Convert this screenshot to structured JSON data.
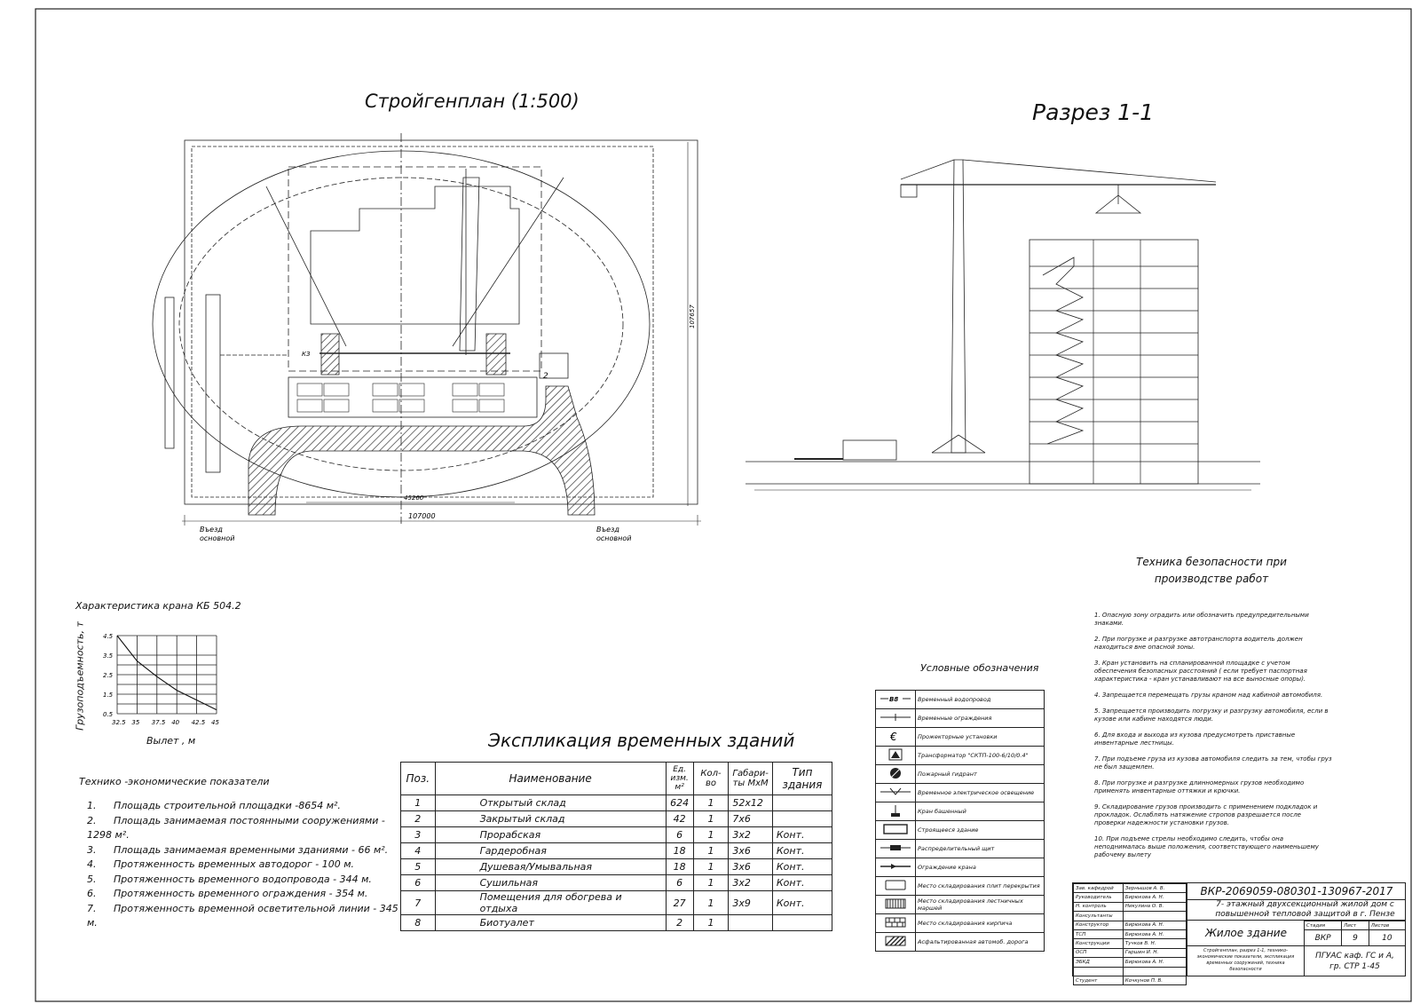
{
  "site_plan": {
    "title": "Стройгенплан (1:500)",
    "dim_total": "107000",
    "dim_inner": "45260",
    "dim_vertical": "107657",
    "exit_left": [
      "Въезд",
      "основной"
    ],
    "exit_right": [
      "Въезд",
      "основной"
    ],
    "label_kz": "КЗ",
    "label_2": "2"
  },
  "section": {
    "title": "Разрез 1-1"
  },
  "crane_chart": {
    "title": "Характеристика крана КБ 504.2",
    "ylabel": "Грузоподъемность, т",
    "xlabel": "Вылет , м"
  },
  "chart_data": {
    "type": "line",
    "title": "Характеристика крана КБ 504.2",
    "xlabel": "Вылет , м",
    "ylabel": "Грузоподъемность, т",
    "x": [
      32.5,
      35,
      37.5,
      40,
      42.5,
      45
    ],
    "y": [
      4.5,
      3.2,
      2.4,
      1.7,
      1.2,
      0.7
    ],
    "x_ticks": [
      "32.5",
      "35",
      "37.5",
      "40",
      "42.5",
      "45"
    ],
    "y_ticks": [
      "0.5",
      "1.5",
      "2.5",
      "3.5",
      "4.5"
    ],
    "xlim": [
      32.5,
      45
    ],
    "ylim": [
      0.5,
      4.5
    ],
    "grid": true
  },
  "tei": {
    "title": "Технико -экономические показатели",
    "items": [
      {
        "n": "1.",
        "text": "Площадь строительной площадки -8654 м²."
      },
      {
        "n": "2.",
        "text": "Площадь занимаемая постоянными сооружениями - 1298 м²."
      },
      {
        "n": "3.",
        "text": "Площадь занимаемая временными зданиями - 66 м²."
      },
      {
        "n": "4.",
        "text": "Протяженность временных автодорог - 100 м."
      },
      {
        "n": "5.",
        "text": "Протяженность временного водопровода - 344 м."
      },
      {
        "n": "6.",
        "text": "Протяженность временного ограждения - 354 м."
      },
      {
        "n": "7.",
        "text": "Протяженность временной осветительной линии - 345 м."
      }
    ]
  },
  "explication": {
    "title": "Экспликация временных зданий",
    "headers": [
      "Поз.",
      "Наименование",
      "Ед. изм. м²",
      "Кол-во",
      "Габари-ты МхМ",
      "Тип здания"
    ],
    "rows": [
      [
        "1",
        "Открытый склад",
        "624",
        "1",
        "52х12",
        ""
      ],
      [
        "2",
        "Закрытый склад",
        "42",
        "1",
        "7х6",
        ""
      ],
      [
        "3",
        "Прорабская",
        "6",
        "1",
        "3х2",
        "Конт."
      ],
      [
        "4",
        "Гардеробная",
        "18",
        "1",
        "3х6",
        "Конт."
      ],
      [
        "5",
        "Душевая/Умывальная",
        "18",
        "1",
        "3х6",
        "Конт."
      ],
      [
        "6",
        "Сушильная",
        "6",
        "1",
        "3х2",
        "Конт."
      ],
      [
        "7",
        "Помещения для обогрева и отдыха",
        "27",
        "1",
        "3х9",
        "Конт."
      ],
      [
        "8",
        "Биотуалет",
        "2",
        "1",
        "",
        ""
      ]
    ]
  },
  "legend": {
    "title": "Условные обозначения",
    "items": [
      {
        "icon": "water-pipe-icon",
        "symbol": "-В8-",
        "label": "Временный водопровод"
      },
      {
        "icon": "fence-icon",
        "symbol": "",
        "label": "Временные ограждения"
      },
      {
        "icon": "floodlight-icon",
        "symbol": "€",
        "label": "Прожекторные установки"
      },
      {
        "icon": "transformer-icon",
        "symbol": "▲",
        "label": "Трансформатор \"СКТП-100-6/10/0.4\""
      },
      {
        "icon": "hydrant-icon",
        "symbol": "",
        "label": "Пожарный гидрант"
      },
      {
        "icon": "lighting-icon",
        "symbol": "",
        "label": "Временное электрическое освещение"
      },
      {
        "icon": "tower-crane-icon",
        "symbol": "",
        "label": "Кран башенный"
      },
      {
        "icon": "building-icon",
        "symbol": "",
        "label": "Строящееся здание"
      },
      {
        "icon": "switchboard-icon",
        "symbol": "",
        "label": "Распределительный щит"
      },
      {
        "icon": "crane-fence-icon",
        "symbol": "",
        "label": "Ограждение крана"
      },
      {
        "icon": "slab-storage-icon",
        "symbol": "",
        "label": "Место складирования плит перекрытия"
      },
      {
        "icon": "stair-storage-icon",
        "symbol": "",
        "label": "Место складирования лестничных маршей"
      },
      {
        "icon": "brick-storage-icon",
        "symbol": "",
        "label": "Место складирования кирпича"
      },
      {
        "icon": "asphalt-road-icon",
        "symbol": "",
        "label": "Асфальтированная автомоб. дорога"
      }
    ]
  },
  "safety": {
    "title": "Техника безопасности при производстве работ",
    "items": [
      "1. Опасную зону оградить или обозначить предупредительными знаками.",
      "2. При погрузке и разгрузке автотранспорта водитель должен находиться вне опасной зоны.",
      "3. Кран установить на спланированной площадке с учетом обеспечения безопасных расстояний ( если требует паспортная характеристика - кран устанавливают на все выносные опоры).",
      "4. Запрещается перемещать грузы краном над кабиной автомобиля.",
      "5. Запрещается производить погрузку и разгрузку автомобиля, если в кузове или кабине находятся люди.",
      "6. Для входа и выхода из кузова предусмотреть приставные инвентарные лестницы.",
      "7. При подъеме груза из кузова автомобиля следить за тем, чтобы груз не был защемлен.",
      "8. При погрузке и разгрузке длинномерных грузов необходимо применять инвентарные оттяжки и крючки.",
      "9. Складирование грузов производить с применением подкладок и прокладок. Ослаблять натяжение стропов разрешается после проверки надежности установки грузов.",
      "10. При подъеме стрелы необходимо следить, чтобы она неподнималась выше положения, соответствующего наименьшему рабочему вылету"
    ]
  },
  "title_block": {
    "code": "ВКР-2069059-080301-130967-2017",
    "project": "7- этажный двухсекционный жилой дом с повышенной тепловой защитой в г. Пензе",
    "object": "Жилое здание",
    "stage_label": "Стадия",
    "sheet_label": "Лист",
    "sheets_label": "Листов",
    "stage": "ВКР",
    "sheet": "9",
    "sheets": "10",
    "contents": "Стройгенплан, разрез 1-1, технико-экономические показатели, экспликация временных сооружений, техника безопасности",
    "org": "ПГУАС каф. ГС и А, гр. СТР 1-45",
    "people": [
      {
        "role": "Зав. кафедрой",
        "name": "Зернышов А. В."
      },
      {
        "role": "Руководитель",
        "name": "Бирюкова А. Н."
      },
      {
        "role": "Н. контроль",
        "name": "Никулина О. В."
      },
      {
        "role": "Консультанты",
        "name": ""
      },
      {
        "role": "Конструктор",
        "name": "Бирюкова А. Н."
      },
      {
        "role": "ТСП",
        "name": "Бирюкова А. Н."
      },
      {
        "role": "Конструкции",
        "name": "Тучков В. Н."
      },
      {
        "role": "ОСП",
        "name": "Гаршин И. Н."
      },
      {
        "role": "ЭБКД",
        "name": "Бирюкова А. Н."
      },
      {
        "role": "",
        "name": ""
      },
      {
        "role": "Студент",
        "name": "Кочкунов П. В."
      }
    ]
  }
}
